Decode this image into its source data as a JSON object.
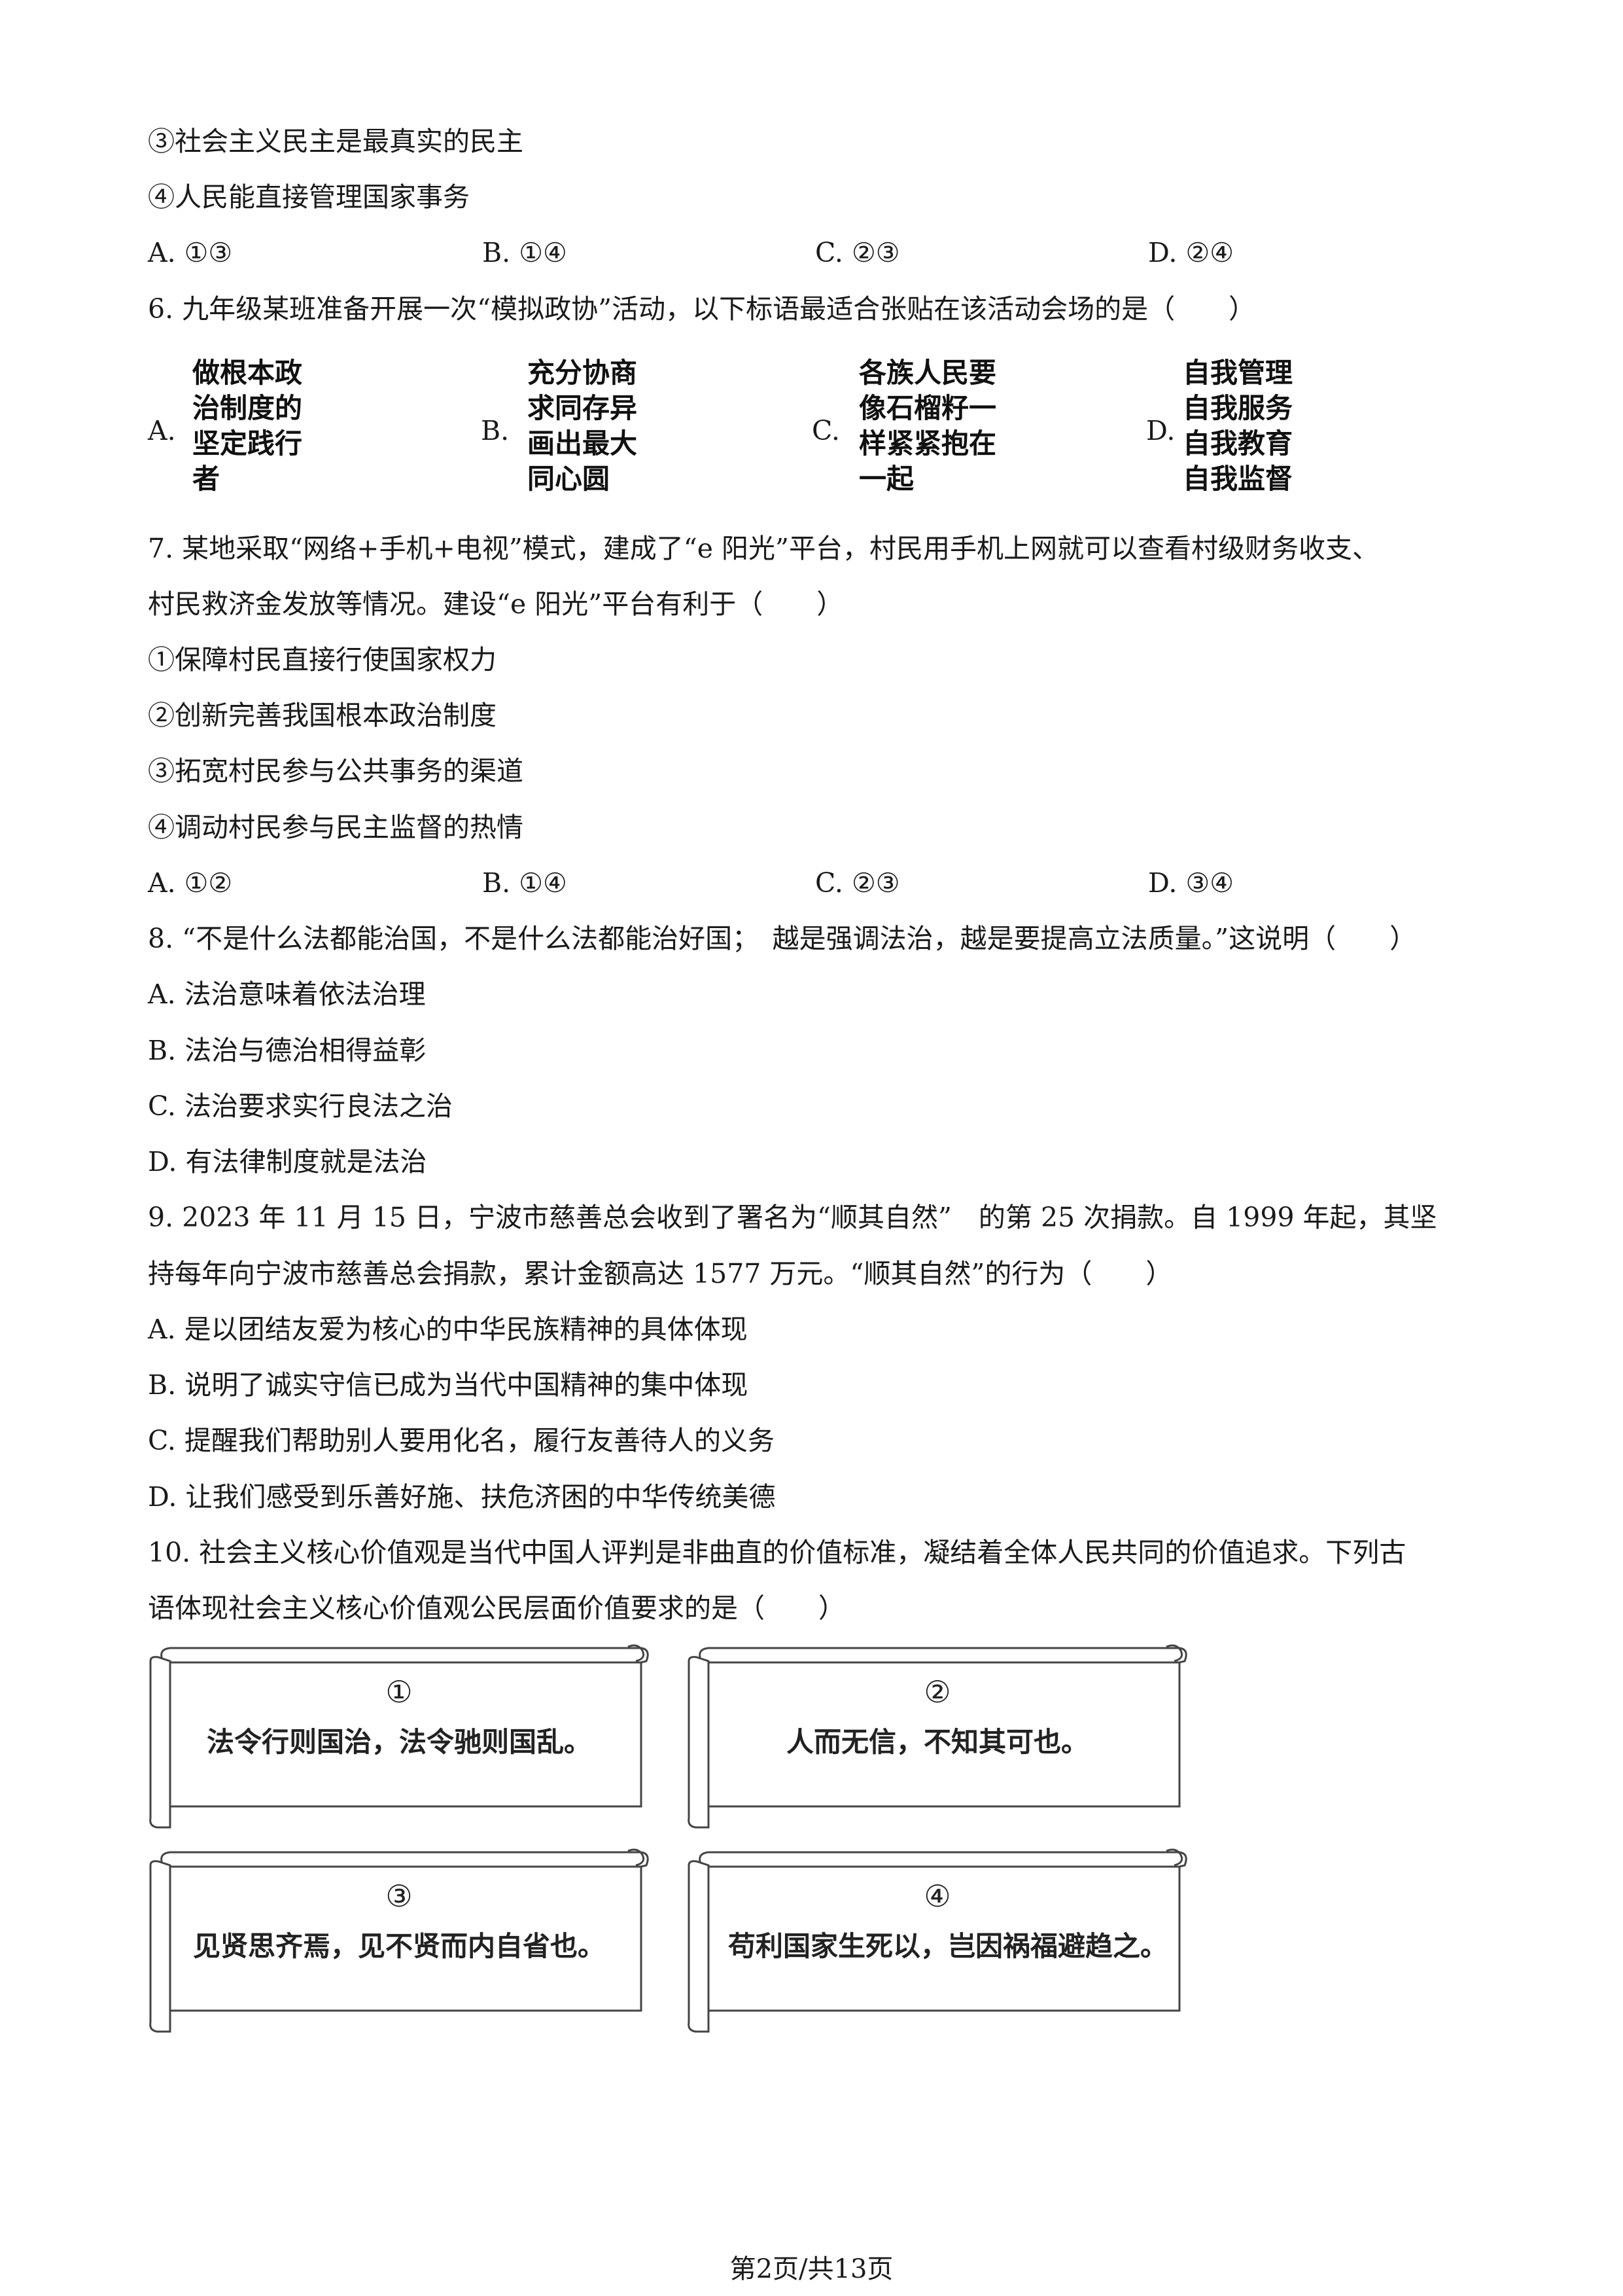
{
  "q5": {
    "item3": "③社会主义民主是最真实的民主",
    "item4": "④人民能直接管理国家事务",
    "options": [
      "A. ①③",
      "B. ①④",
      "C. ②③",
      "D. ②④"
    ]
  },
  "q6": {
    "stem": "6. 九年级某班准备开展一次“模拟政协”活动，以下标语最适合张贴在该活动会场的是（　　）",
    "options": [
      {
        "letter": "A.",
        "text": "做根本政\n治制度的\n坚定践行\n者"
      },
      {
        "letter": "B.",
        "text": "充分协商\n求同存异\n画出最大\n同心圆"
      },
      {
        "letter": "C.",
        "text": "各族人民要\n像石榴籽一\n样紧紧抱在\n一起"
      },
      {
        "letter": "D.",
        "text": "自我管理\n自我服务\n自我教育\n自我监督"
      }
    ]
  },
  "q7": {
    "stem1": "7. 某地采取“网络+手机+电视”模式，建成了“e 阳光”平台，村民用手机上网就可以查看村级财务收支、",
    "stem2": "村民救济金发放等情况。建设“e 阳光”平台有利于（　　）",
    "items": [
      "①保障村民直接行使国家权力",
      "②创新完善我国根本政治制度",
      "③拓宽村民参与公共事务的渠道",
      "④调动村民参与民主监督的热情"
    ],
    "options": [
      "A. ①②",
      "B. ①④",
      "C. ②③",
      "D. ③④"
    ]
  },
  "q8": {
    "stem": "8. “不是什么法都能治国，不是什么法都能治好国；　越是强调法治，越是要提高立法质量。”这说明（　　）",
    "options": [
      "A. 法治意味着依法治理",
      "B. 法治与德治相得益彰",
      "C. 法治要求实行良法之治",
      "D. 有法律制度就是法治"
    ]
  },
  "q9": {
    "stem1": "9. 2023 年 11 月 15 日，宁波市慈善总会收到了署名为“顺其自然”　的第 25 次捐款。自 1999 年起，其坚",
    "stem2": "持每年向宁波市慈善总会捐款，累计金额高达 1577 万元。“顺其自然”的行为（　　）",
    "options": [
      "A. 是以团结友爱为核心的中华民族精神的具体体现",
      "B. 说明了诚实守信已成为当代中国精神的集中体现",
      "C. 提醒我们帮助别人要用化名，履行友善待人的义务",
      "D. 让我们感受到乐善好施、扶危济困的中华传统美德"
    ]
  },
  "q10": {
    "stem1": "10. 社会主义核心价值观是当代中国人评判是非曲直的价值标准，凝结着全体人民共同的价值追求。下列古",
    "stem2": "语体现社会主义核心价值观公民层面价值要求的是（　　）",
    "scrolls": [
      {
        "num": "①",
        "quote": "法令行则国治，法令驰则国乱。"
      },
      {
        "num": "②",
        "quote": "人而无信，不知其可也。"
      },
      {
        "num": "③",
        "quote": "见贤思齐焉，见不贤而内自省也。"
      },
      {
        "num": "④",
        "quote": "苟利国家生死以，岂因祸福避趋之。"
      }
    ]
  },
  "footer": "第2页/共13页"
}
